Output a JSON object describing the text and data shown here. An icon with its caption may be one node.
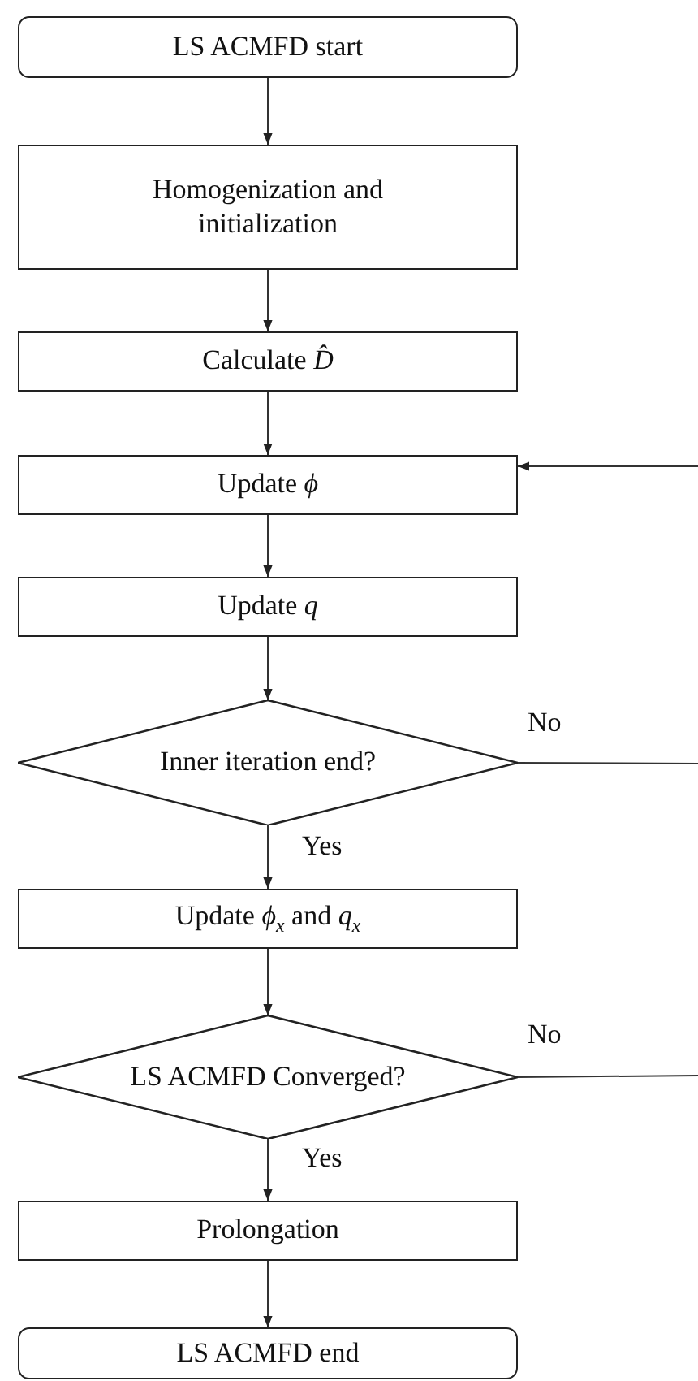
{
  "diagram": {
    "nodes": [
      {
        "text": [
          "LS ACMFD start"
        ]
      },
      {
        "text": [
          "Homogenization and initialization"
        ]
      },
      {
        "text": [
          "Calculate *D̂*"
        ]
      },
      {
        "text": [
          "Update *ϕ*"
        ]
      },
      {
        "text": [
          "Update *q*"
        ]
      },
      {
        "text": [
          "Inner iteration end?"
        ]
      },
      {
        "text": [
          "Update *ϕ*$_{x}$ and *q*$_{x}$"
        ]
      },
      {
        "text": [
          "LS ACMFD Converged?"
        ]
      },
      {
        "text": [
          "Prolongation"
        ]
      },
      {
        "text": [
          "LS ACMFD end"
        ]
      }
    ],
    "edges": [
      {
        "from": 0,
        "to": 1,
        "arrow": "to"
      },
      {
        "from": 1,
        "to": 2,
        "arrow": "to"
      },
      {
        "from": 2,
        "to": 3,
        "arrow": "to"
      },
      {
        "from": 3,
        "to": 4,
        "arrow": "to"
      },
      {
        "from": 4,
        "to": 5,
        "arrow": "to"
      },
      {
        "from": 5,
        "to": 6,
        "arrow": "to",
        "label": "Yes"
      },
      {
        "from": 6,
        "to": 7,
        "arrow": "to"
      },
      {
        "from": 7,
        "to": 8,
        "arrow": "to",
        "label": "Yes"
      },
      {
        "from": 8,
        "to": 9,
        "arrow": "to"
      },
      {
        "from": 5,
        "to": null,
        "arrow": "none",
        "label": "No"
      },
      {
        "from": 7,
        "to": null,
        "arrow": "none",
        "label": "No"
      },
      {
        "from": null,
        "to": 3,
        "arrow": "to"
      }
    ]
  }
}
